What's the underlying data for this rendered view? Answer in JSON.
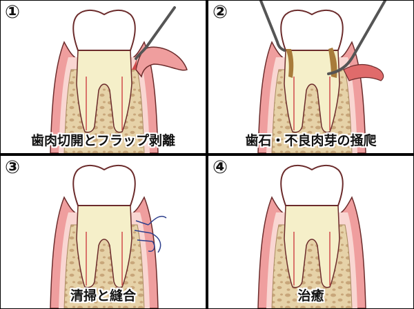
{
  "panels": [
    {
      "number": "①",
      "caption": "歯肉切開とフラップ剥離"
    },
    {
      "number": "②",
      "caption": "歯石・不良肉芽の掻爬"
    },
    {
      "number": "③",
      "caption": "清掃と縫合"
    },
    {
      "number": "④",
      "caption": "治癒"
    }
  ],
  "colors": {
    "gum": "#ef9e9e",
    "gum_light": "#f9d6d2",
    "bone": "#e6d2a8",
    "bone_spot": "#c8a67a",
    "root": "#f5efc9",
    "crown": "#ffffff",
    "outline": "#6b2b2b",
    "calculus": "#a87b3a"
  }
}
